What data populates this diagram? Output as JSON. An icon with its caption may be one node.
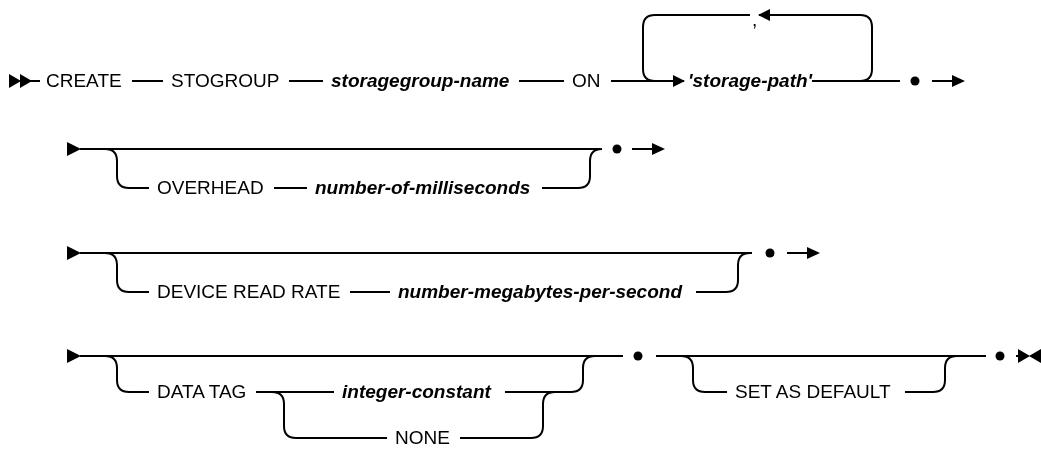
{
  "diagram": {
    "nodes": [
      {
        "text": [
          "CREATE"
        ]
      },
      {
        "text": [
          "STOGROUP"
        ]
      },
      {
        "text": [
          "storagegroup-name"
        ]
      },
      {
        "text": [
          "ON"
        ]
      },
      {
        "text": [
          ","
        ]
      },
      {
        "text": [
          "'storage-path'"
        ]
      },
      {
        "text": [
          "OVERHEAD"
        ]
      },
      {
        "text": [
          "number-of-milliseconds"
        ]
      },
      {
        "text": [
          "DEVICE READ RATE"
        ]
      },
      {
        "text": [
          "number-megabytes-per-second"
        ]
      },
      {
        "text": [
          "DATA TAG"
        ]
      },
      {
        "text": [
          "integer-constant"
        ]
      },
      {
        "text": [
          "NONE"
        ]
      },
      {
        "text": [
          "SET AS DEFAULT"
        ]
      }
    ],
    "edges": [
      {
        "from": 0,
        "to": 1,
        "arrow": "none"
      },
      {
        "from": 1,
        "to": 2,
        "arrow": "none"
      },
      {
        "from": 2,
        "to": 3,
        "arrow": "none"
      },
      {
        "from": 3,
        "to": 5,
        "arrow": "none"
      },
      {
        "from": 5,
        "to": 4,
        "arrow": "to"
      },
      {
        "from": 4,
        "to": 5,
        "arrow": "to"
      },
      {
        "from": 6,
        "to": 7,
        "arrow": "none"
      },
      {
        "from": 8,
        "to": 9,
        "arrow": "none"
      },
      {
        "from": 10,
        "to": 11,
        "arrow": "none"
      },
      {
        "from": 10,
        "to": 12,
        "arrow": "none"
      }
    ]
  }
}
